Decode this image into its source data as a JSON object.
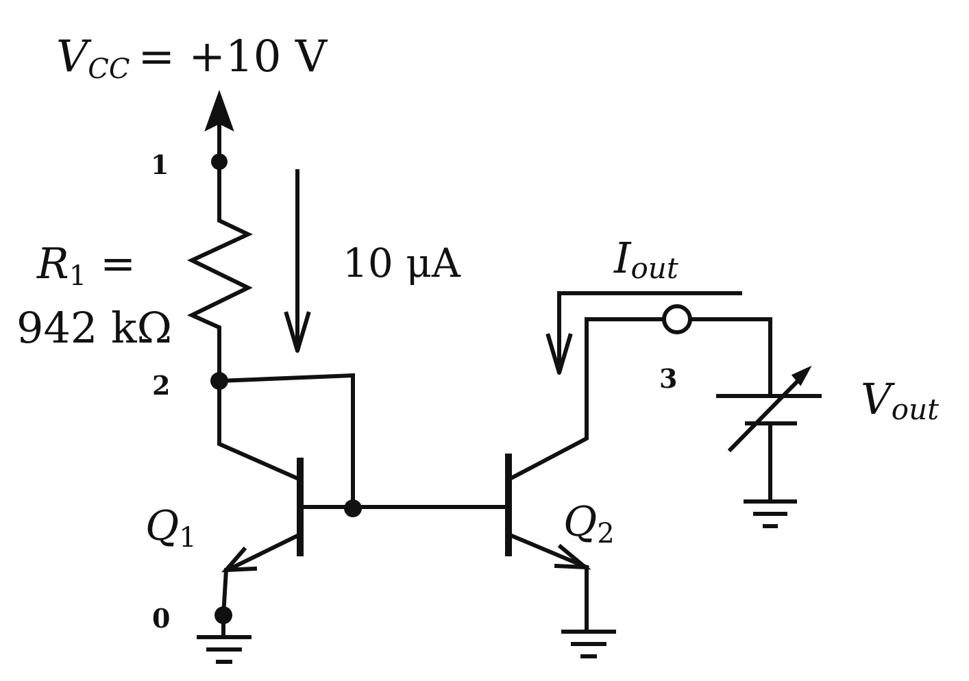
{
  "vcc": {
    "symbol": "V",
    "sub": "CC",
    "value": "= +10 V"
  },
  "r1": {
    "symbol": "R",
    "sub": "1",
    "eq": "=",
    "value": "942 kΩ"
  },
  "current": {
    "label": "10 μA"
  },
  "iout": {
    "symbol": "I",
    "sub": "out"
  },
  "vout": {
    "symbol": "V",
    "sub": "out"
  },
  "transistors": [
    {
      "symbol": "Q",
      "sub": "1"
    },
    {
      "symbol": "Q",
      "sub": "2"
    }
  ],
  "nodes": [
    "0",
    "1",
    "2",
    "3"
  ],
  "colors": {
    "ink": "#111111",
    "background": "#ffffff"
  }
}
